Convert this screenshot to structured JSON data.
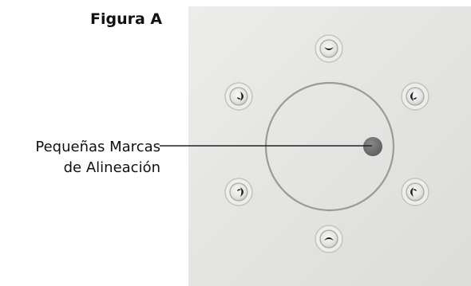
{
  "figure": {
    "title": "Figura A"
  },
  "callout": {
    "line1": "Pequeñas Marcas",
    "line2": "de Alineación"
  },
  "knobs": [
    {
      "name": "knob-top",
      "pointer": "down"
    },
    {
      "name": "knob-upper-left",
      "pointer": "right"
    },
    {
      "name": "knob-upper-right",
      "pointer": "left"
    },
    {
      "name": "knob-lower-left",
      "pointer": "right"
    },
    {
      "name": "knob-lower-right",
      "pointer": "left"
    },
    {
      "name": "knob-bottom",
      "pointer": "up"
    }
  ],
  "colors": {
    "photo_bg": "#e6e6e4",
    "ring": "#9a9a98",
    "marker": "#6a6a6a",
    "leader": "#222222"
  }
}
